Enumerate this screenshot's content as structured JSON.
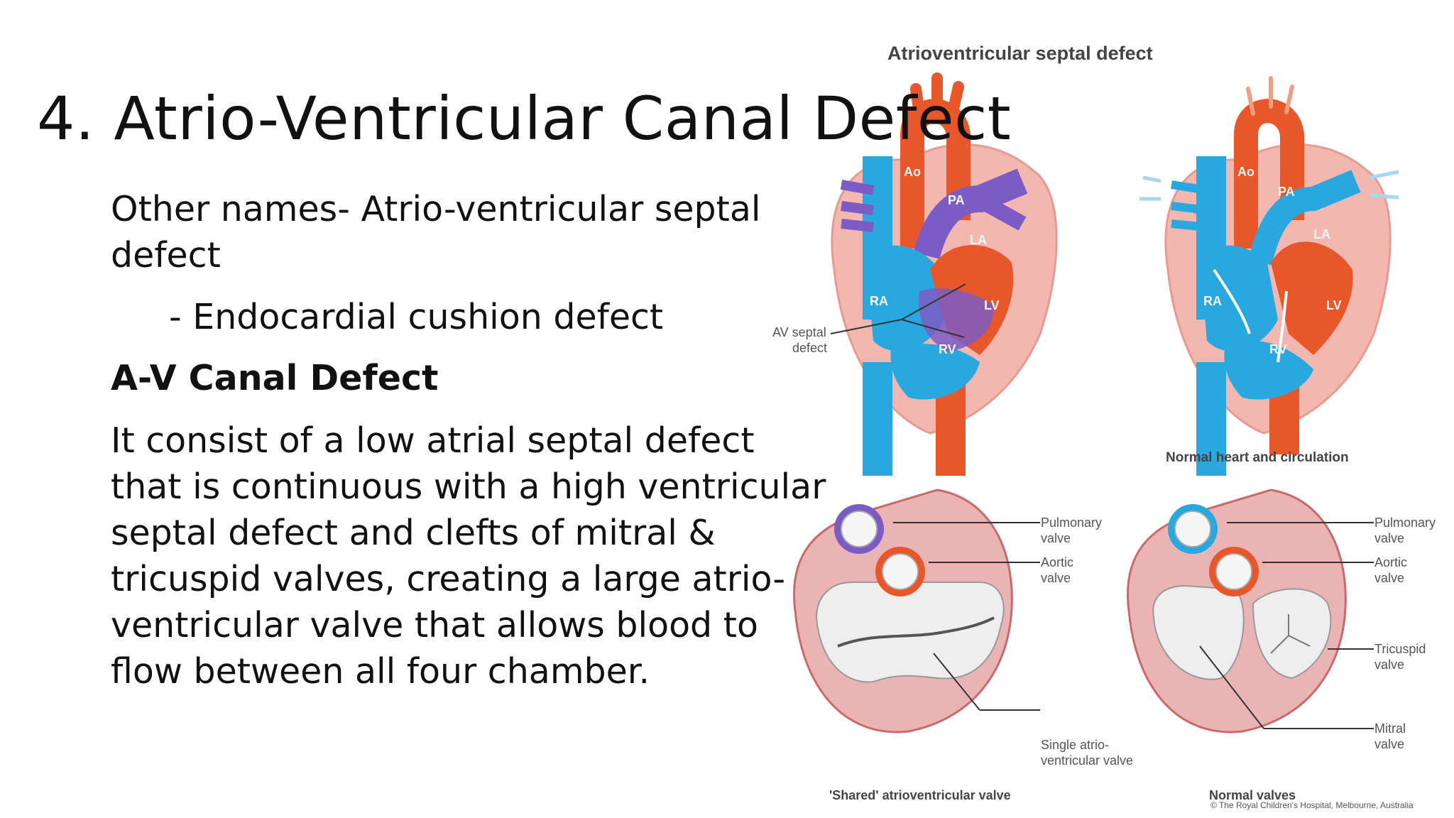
{
  "slide": {
    "title": "4. Atrio-Ventricular Canal Defect",
    "other_names": "Other names- Atrio-ventricular septal defect",
    "alt_name": "- Endocardial cushion defect",
    "heading": "A-V Canal Defect",
    "description": "It consist of a low atrial septal defect that is continuous with a high ventricular septal defect and clefts of mitral & tricuspid valves, creating a large atrio-ventricular valve that allows blood to flow between all four chamber."
  },
  "figure": {
    "heading": "Atrioventricular septal defect",
    "defect_heart": {
      "labels": {
        "ao": "Ao",
        "pa": "PA",
        "la": "LA",
        "ra": "RA",
        "lv": "LV",
        "rv": "RV"
      },
      "callout_line1": "AV septal",
      "callout_line2": "defect"
    },
    "normal_heart": {
      "caption": "Normal heart and circulation",
      "labels": {
        "ao": "Ao",
        "pa": "PA",
        "la": "LA",
        "ra": "RA",
        "lv": "LV",
        "rv": "RV"
      }
    },
    "shared_valve": {
      "caption": "'Shared' atrioventricular valve",
      "pulmonary_1": "Pulmonary",
      "pulmonary_2": "valve",
      "aortic_1": "Aortic",
      "aortic_2": "valve",
      "single_1": "Single atrio-",
      "single_2": "ventricular valve"
    },
    "normal_valves": {
      "caption": "Normal valves",
      "pulmonary_1": "Pulmonary",
      "pulmonary_2": "valve",
      "aortic_1": "Aortic",
      "aortic_2": "valve",
      "tricuspid_1": "Tricuspid",
      "tricuspid_2": "valve",
      "mitral_1": "Mitral",
      "mitral_2": "valve"
    },
    "credit": "© The Royal Children's Hospital, Melbourne, Australia",
    "colors": {
      "oxygenated": "#e8572a",
      "deoxygenated": "#29a8e0",
      "mixed": "#7b5cc4",
      "wall": "#f2b8b0"
    }
  }
}
